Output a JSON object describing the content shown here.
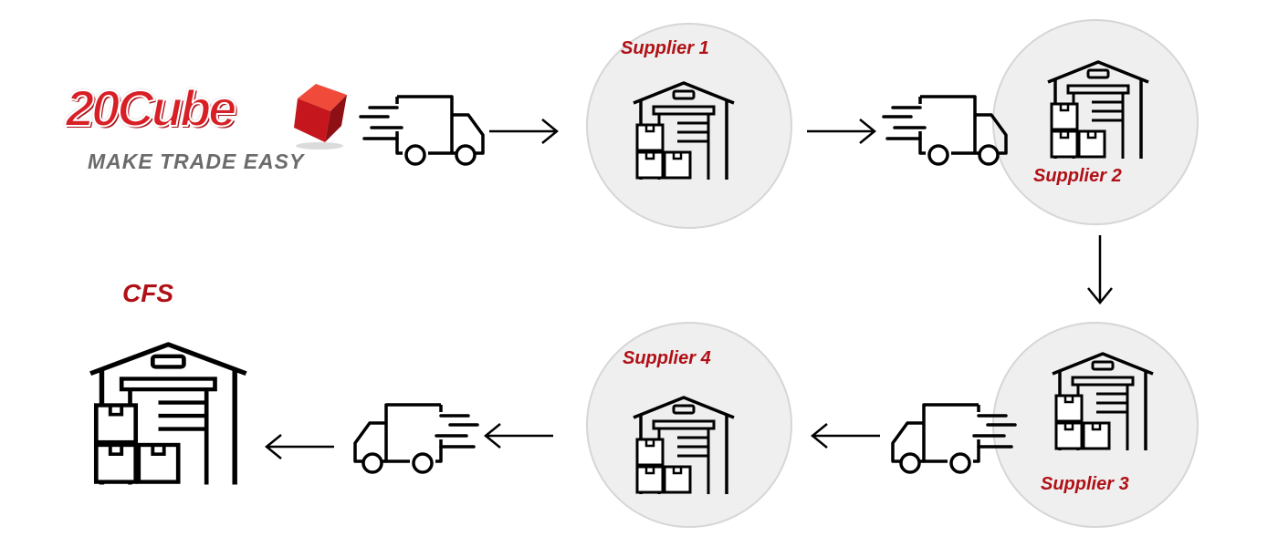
{
  "logo": {
    "name": "20Cube",
    "tagline": "MAKE TRADE EASY",
    "brand_color": "#d81f26"
  },
  "nodes": {
    "supplier1": {
      "label": "Supplier 1",
      "icon": "warehouse-icon"
    },
    "supplier2": {
      "label": "Supplier 2",
      "icon": "warehouse-icon"
    },
    "supplier3": {
      "label": "Supplier 3",
      "icon": "warehouse-icon"
    },
    "supplier4": {
      "label": "Supplier 4",
      "icon": "warehouse-icon"
    },
    "cfs": {
      "label": "CFS",
      "icon": "warehouse-icon"
    }
  },
  "icons": {
    "truck": "delivery-truck-icon",
    "arrow": "arrow-icon"
  },
  "colors": {
    "label": "#b01016",
    "circle_fill": "#efefef",
    "circle_stroke": "#d6d6d6",
    "icon": "#000000"
  }
}
